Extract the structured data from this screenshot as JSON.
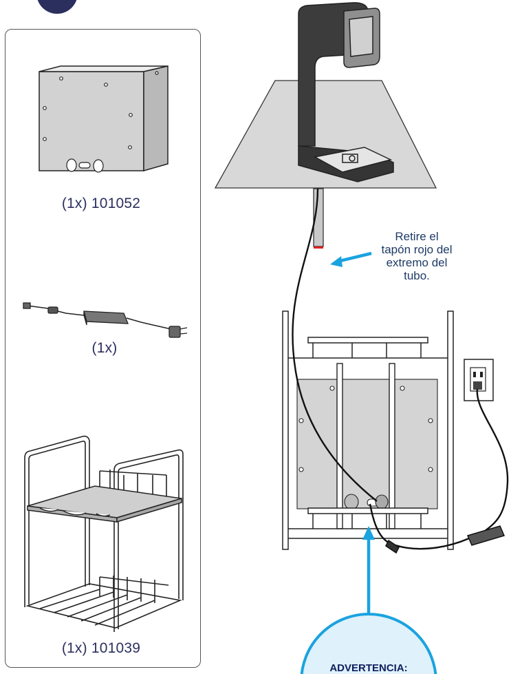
{
  "parts": [
    {
      "caption": "(1x) 101052",
      "icon": "enclosure-box"
    },
    {
      "caption": "(1x)",
      "icon": "power-adapter"
    },
    {
      "caption": "(1x) 101039",
      "icon": "wire-rack"
    }
  ],
  "instruction": {
    "line1": "Retire el",
    "line2": "tapón rojo del",
    "line3": "extremo del",
    "line4": "tubo."
  },
  "warning": {
    "label": "ADVERTENCIA:"
  },
  "colors": {
    "arrow": "#1aa3df",
    "caption_text": "#2b2f5e",
    "panel_gray": "#d9d9d9",
    "red_cap": "#e02020",
    "badge": "#2b2f5e",
    "warning_fill": "#dff1fb"
  }
}
